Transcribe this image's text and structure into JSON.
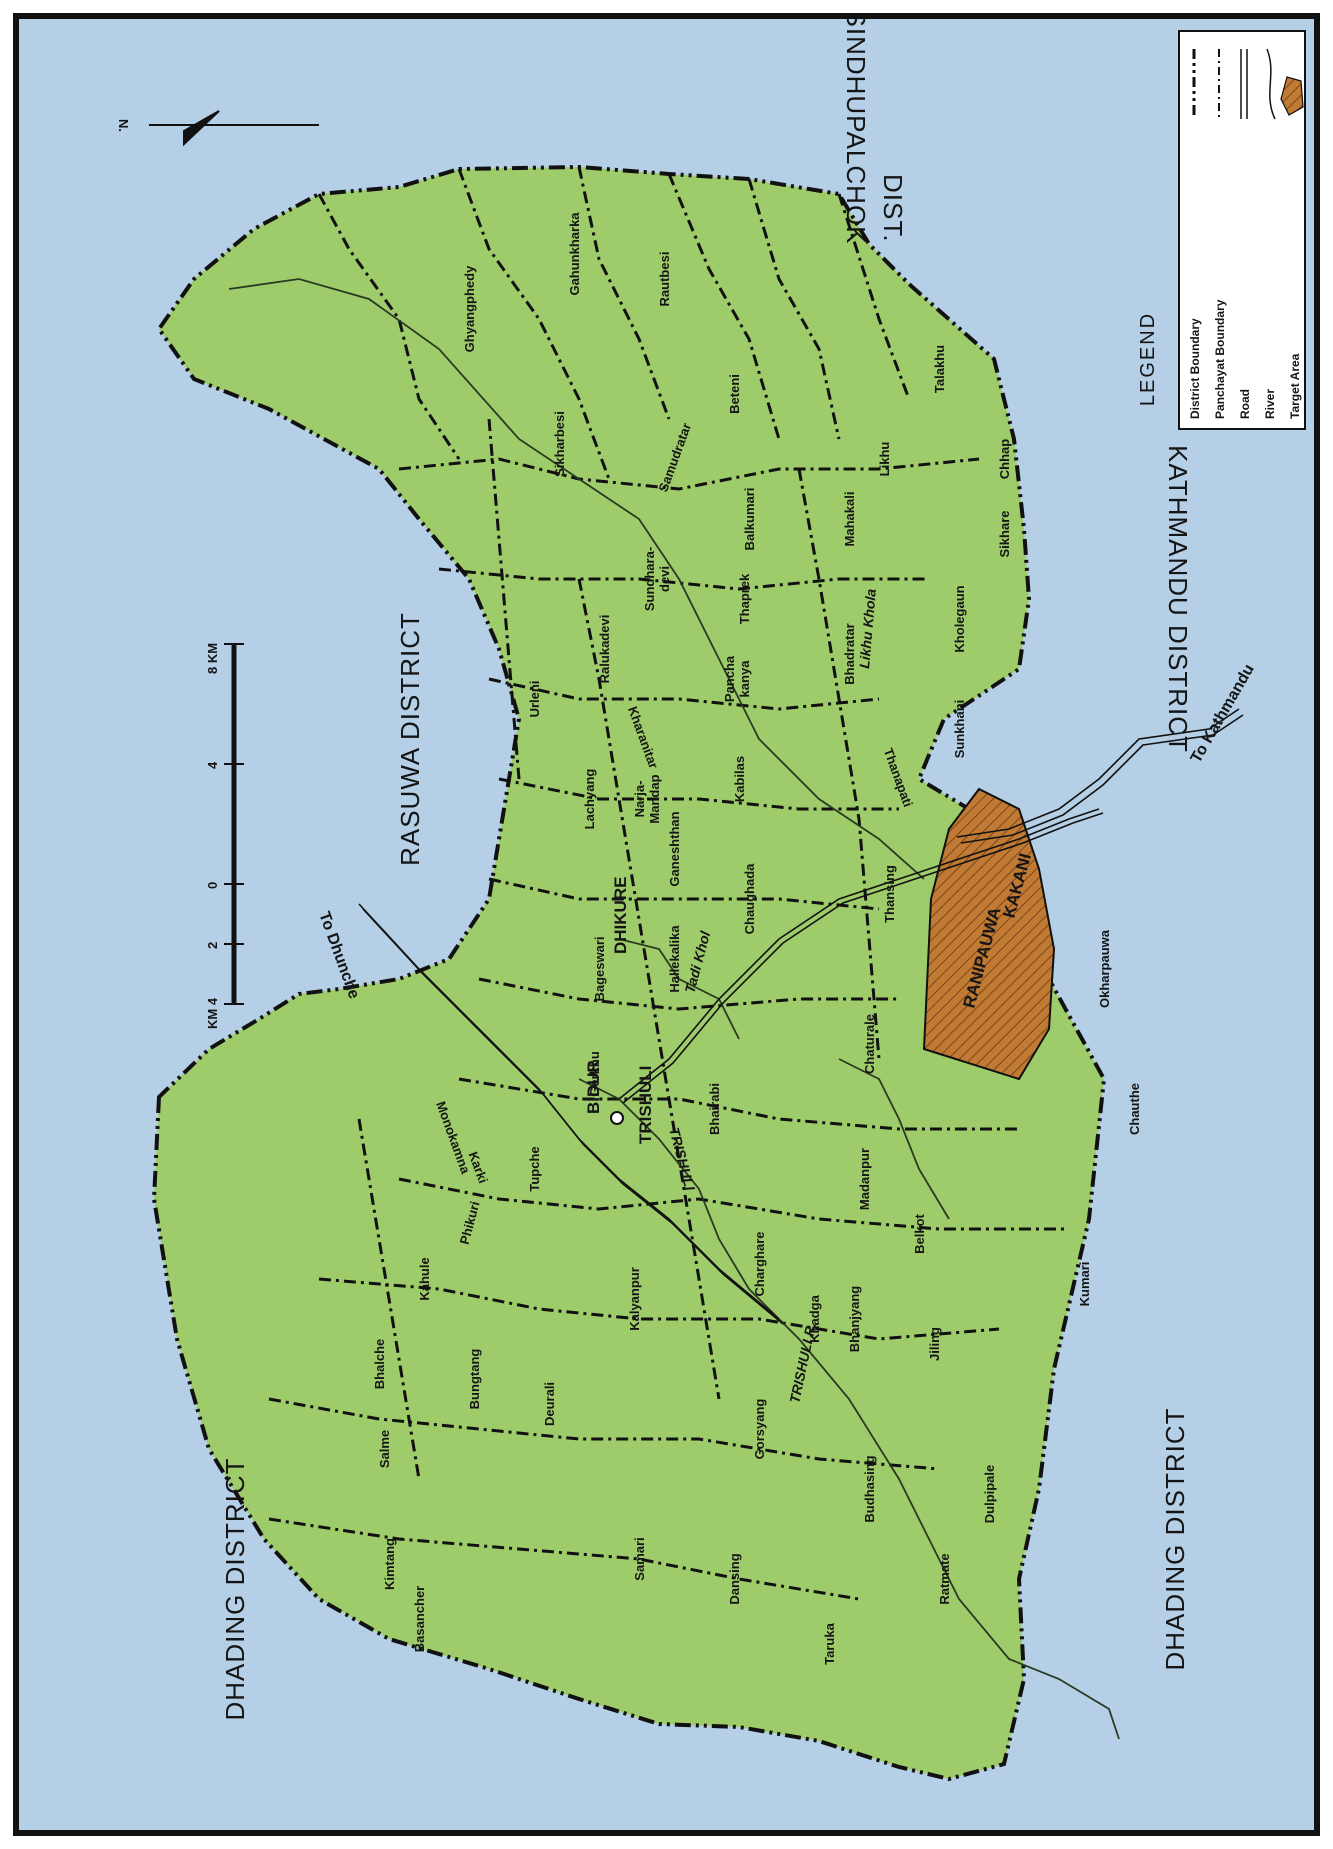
{
  "districts": {
    "rasuwa": "RASUWA  DISTRICT",
    "sindhupalchok_1": "SINDHUPALCHOK",
    "sindhupalchok_2": "DIST.",
    "kathmandu": "KATHMANDU  DISTRICT",
    "dhading_west": "DHADING DISTRICT",
    "dhading_south": "DHADING DISTRICT"
  },
  "north_arrow": "N.",
  "scale_bar": {
    "unit_left": "KM 4",
    "ticks": [
      "2",
      "0",
      "4"
    ],
    "unit_right": "8 KM"
  },
  "roads": {
    "dhunche": "To Dhunche",
    "kathmandu": "To Kathmandu"
  },
  "towns": {
    "bidur": "BIDUR",
    "trishuli": "TRISHULI",
    "dhikure": "DHIKURE"
  },
  "rivers": {
    "trishuli_upper": "TRISHULI",
    "trishuli_lower": "TRISHULI  R.",
    "likhu": "Likhu Khola",
    "tadi": "Tadi Khol"
  },
  "target": {
    "ranipauwa": "RANIPAUWA",
    "kakani": "KAKANI"
  },
  "panchayats": [
    "Ghyangphedy",
    "Gahunkharka",
    "Rautbesi",
    "Sikharbesi",
    "Samudratar",
    "Beteni",
    "Urleni",
    "Ralukadevi",
    "Sundhara-",
    "devi",
    "Balkumari",
    "Kharanitar",
    "Thaprek",
    "Pancha",
    "kanya",
    "Lachyang",
    "Narja-",
    "Mandap",
    "Ganeshthan",
    "Kabilas",
    "Bhadratar",
    "Mahakali",
    "Likhu",
    "Talakhu",
    "Bageswari",
    "Hallekalika",
    "Chaughada",
    "Thansing",
    "Kholegaun",
    "Sikhare",
    "Chhap",
    "Thanapati",
    "Sunkhani",
    "Gerkhu",
    "Bhairabi",
    "Chaturale",
    "Okharpauwa",
    "Madanpur",
    "Chauthe",
    "Monokamna",
    "Karki",
    "Phikuri",
    "Tupche",
    "Kahule",
    "Bhalche",
    "Salme",
    "Bungtang",
    "Deurali",
    "Kalyanpur",
    "Charghare",
    "Belkot",
    "Kumari",
    "Khadga",
    "Bhanjyang",
    "Jiling",
    "Gorsyang",
    "Budhasing",
    "Samari",
    "Dansing",
    "Ratmate",
    "Dulpipale",
    "Kimtang",
    "Basancher",
    "Taruka"
  ],
  "legend": {
    "title": "LEGEND",
    "items": [
      "District Boundary",
      "Panchayat Boundary",
      "Road",
      "River",
      "Target Area"
    ]
  },
  "colors": {
    "sea": "#b5cfe6",
    "land": "#9fcc6b",
    "target": "#c07a33",
    "ink": "#111111"
  }
}
